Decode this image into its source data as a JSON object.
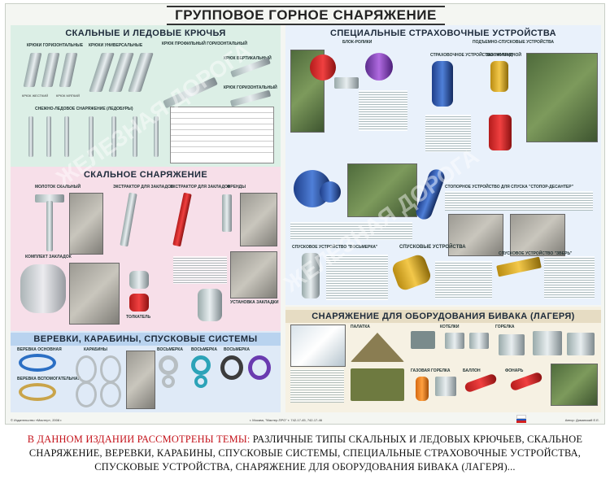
{
  "poster": {
    "title": "ГРУППОВОЕ ГОРНОЕ СНАРЯЖЕНИЕ",
    "sections": {
      "hooks": "СКАЛЬНЫЕ И ЛЕДОВЫЕ КРЮЧЬЯ",
      "rock": "СКАЛЬНОЕ СНАРЯЖЕНИЕ",
      "ropes": "ВЕРЕВКИ, КАРАБИНЫ, СПУСКОВЫЕ СИСТЕМЫ",
      "special": "СПЕЦИАЛЬНЫЕ СТРАХОВОЧНЫЕ УСТРОЙСТВА",
      "bivouac": "СНАРЯЖЕНИЕ ДЛЯ ОБОРУДОВАНИЯ БИВАКА (ЛАГЕРЯ)",
      "descenders": "СПУСКОВЫЕ УСТРОЙСТВА"
    },
    "hooks_labels": {
      "horizontal": "КРЮКИ ГОРИЗОНТАЛЬНЫЕ",
      "universal": "КРЮКИ УНИВЕРСАЛЬНЫЕ",
      "profile": "КРЮК ПРОФИЛЬНЫЙ ГОРИЗОНТАЛЬНЫЙ",
      "vertical": "КРЮК ВЕРТИКАЛЬНЫЙ",
      "horizontal2": "КРЮК ГОРИЗОНТАЛЬНЫЙ",
      "snow_ice": "СНЕЖНО-ЛЕДОВОЕ СНАРЯЖЕНИЕ (ЛЕДОБУРЫ)",
      "hard": "КРЮК ЖЕСТКИЙ",
      "soft": "КРЮК МЯГКИЙ"
    },
    "rock_labels": {
      "hammer": "МОЛОТОК СКАЛЬНЫЙ",
      "extractor": "ЭКСТРАКТОР ДЛЯ ЗАКЛАДОК",
      "extractor2": "ЭКСТРАКТОР ДЛЯ ЗАКЛАДОК",
      "friends": "ФРЕНДЫ",
      "nuts_set": "КОМПЛЕКТ ЗАКЛАДОК",
      "fixed": "УСТАНОВКА ЗАКЛАДКИ",
      "tolk": "ТОЛКАТЕЛЬ"
    },
    "ropes_labels": {
      "rope_main": "ВЕРЕВКА ОСНОВНАЯ",
      "rope_aux": "ВЕРЕВКА ВСПОМОГАТЕЛЬНАЯ",
      "carabiners": "КАРАБИНЫ",
      "eight": "ВОСЬМЕРКА",
      "eight2": "ВОСЬМЕРКА",
      "eight3": "ВОСЬМЕРКА"
    },
    "special_labels": {
      "block": "БЛОК-РОЛИКИ",
      "grab": "ПОДЪЕМНО-СПУСКОВЫЕ УСТРОЙСТВА",
      "zhumar": "СТРАХОВОЧНОЕ УСТРОЙСТВО \"ЖУМАР\"",
      "clamp": "ЗАЖИМ ГРУДНОЙ",
      "stopper": "СТОПОРНОЕ УСТРОЙСТВО ДЛЯ СПУСКА \"СТОПОР-ДЕСАНТЕР\"",
      "rack": "СПУСКОВЫЕ УСТРОЙСТВА",
      "cross": "СПУСКОВОЕ УСТРОЙСТВО \"ЗВЕРЬ\"",
      "eight_desc": "СПУСКОВОЕ УСТРОЙСТВО \"ВОСЬМЕРКА\""
    },
    "bivouac_labels": {
      "tent": "ПАЛАТКА",
      "stove": "ГАЗОВАЯ ГОРЕЛКА",
      "pots": "КОТЕЛКИ",
      "burner": "ГОРЕЛКА",
      "ballon": "БАЛЛОН",
      "lantern": "ФОНАРЬ"
    },
    "watermark": "ЖЕЛЕЗНАЯ ДОРОГА",
    "footer": {
      "left": "© Издательство «Мастер», 2008 г.",
      "middle": "г. Москва, \"Мастер-ПРО\"   т. 742-17-45, 742-17-46",
      "right": "Автор: Доманский Е.Е."
    }
  },
  "caption": {
    "lead": "В ДАННОМ ИЗДАНИИ РАССМОТРЕНЫ ТЕМЫ:",
    "body": " РАЗЛИЧНЫЕ ТИПЫ СКАЛЬНЫХ И ЛЕДОВЫХ КРЮЧЬЕВ, СКАЛЬНОЕ СНАРЯЖЕНИЕ, ВЕРЕВКИ, КАРАБИНЫ, СПУСКОВЫЕ СИСТЕМЫ, СПЕЦИАЛЬНЫЕ СТРАХОВОЧНЫЕ УСТРОЙСТВА, СПУСКОВЫЕ УСТРОЙСТВА, СНАРЯЖЕНИЕ ДЛЯ ОБОРУДОВАНИЯ БИВАКА (ЛАГЕРЯ)..."
  },
  "colors": {
    "hooks_bg": "#dcefe6",
    "rock_bg": "#f7dfe9",
    "ropes_bg": "#dfeaf7",
    "special_bg": "#e9f1fb",
    "bivouac_bg": "#f6f1e3",
    "caption_lead": "#c4121a"
  }
}
